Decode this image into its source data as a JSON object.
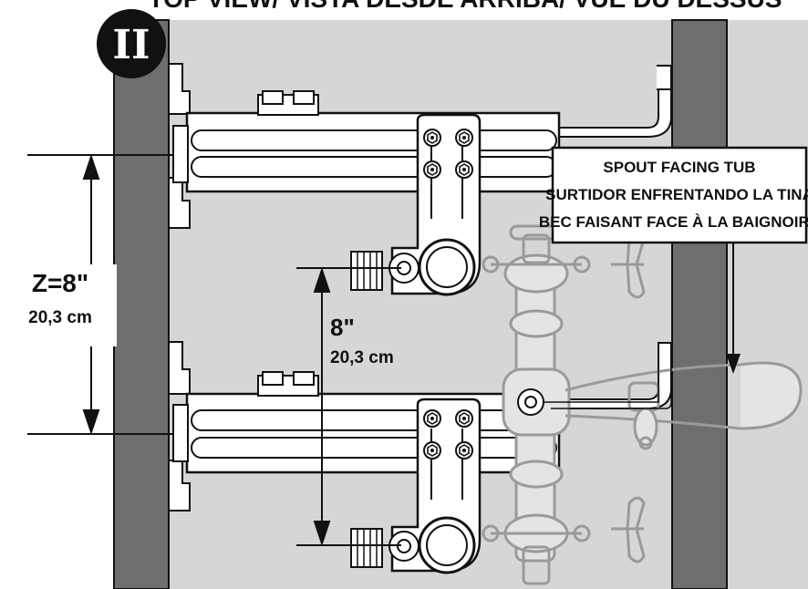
{
  "header": {
    "title": "TOP VIEW/ VISTA DESDE ARRIBA/ VUE DU DESSUS"
  },
  "step_badge": {
    "label": "II"
  },
  "dimensions": {
    "z_label": "Z=8\"",
    "z_metric": "20,3 cm",
    "inner_label": "8\"",
    "inner_metric": "20,3 cm"
  },
  "callout": {
    "lines": [
      "SPOUT FACING TUB",
      "SURTIDOR ENFRENTANDO LA TINA",
      "BEC FAISANT FACE À LA BAIGNOIRE"
    ]
  },
  "colors": {
    "wall": "#d6d6d6",
    "stud": "#6e6e6e",
    "line": "#111111",
    "ghost": "#9a9a9a",
    "badge": "#111111"
  }
}
